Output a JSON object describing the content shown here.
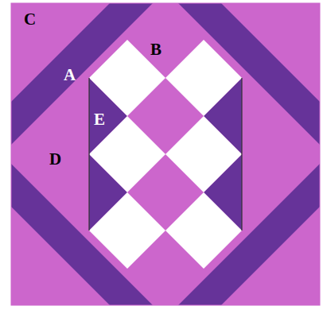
{
  "diagram": {
    "labels": [
      "C",
      "A",
      "B",
      "E",
      "D"
    ]
  }
}
